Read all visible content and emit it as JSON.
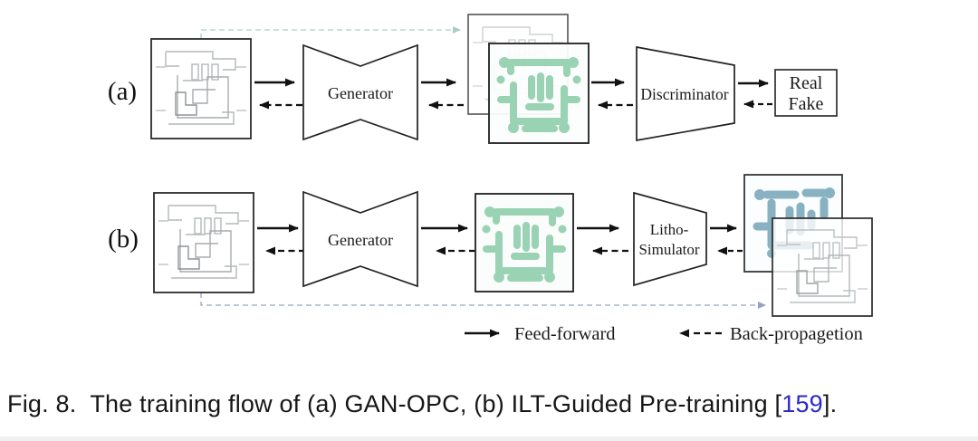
{
  "figure": {
    "row_a_label": "(a)",
    "row_b_label": "(b)",
    "nodes": {
      "generator_a": "Generator",
      "generator_b": "Generator",
      "discriminator": "Discriminator",
      "litho_line1": "Litho-",
      "litho_line2": "Simulator",
      "real": "Real",
      "fake": "Fake"
    },
    "legend": {
      "feed_forward": "Feed-forward",
      "back_propagation": "Back-propagetion"
    }
  },
  "caption": {
    "prefix": "Fig. 8.",
    "body": "  The training flow of (a) GAN-OPC, (b) ILT-Guided Pre-training ",
    "bracket_open": "[",
    "citation": "159",
    "bracket_close": "]."
  },
  "colors": {
    "mask_green": "#9ad2b4",
    "resist_blue": "#88b1c1",
    "guide_teal": "#b9d6d2",
    "guide_blue": "#a9b4cf",
    "citation_blue": "#2a2ac8"
  }
}
